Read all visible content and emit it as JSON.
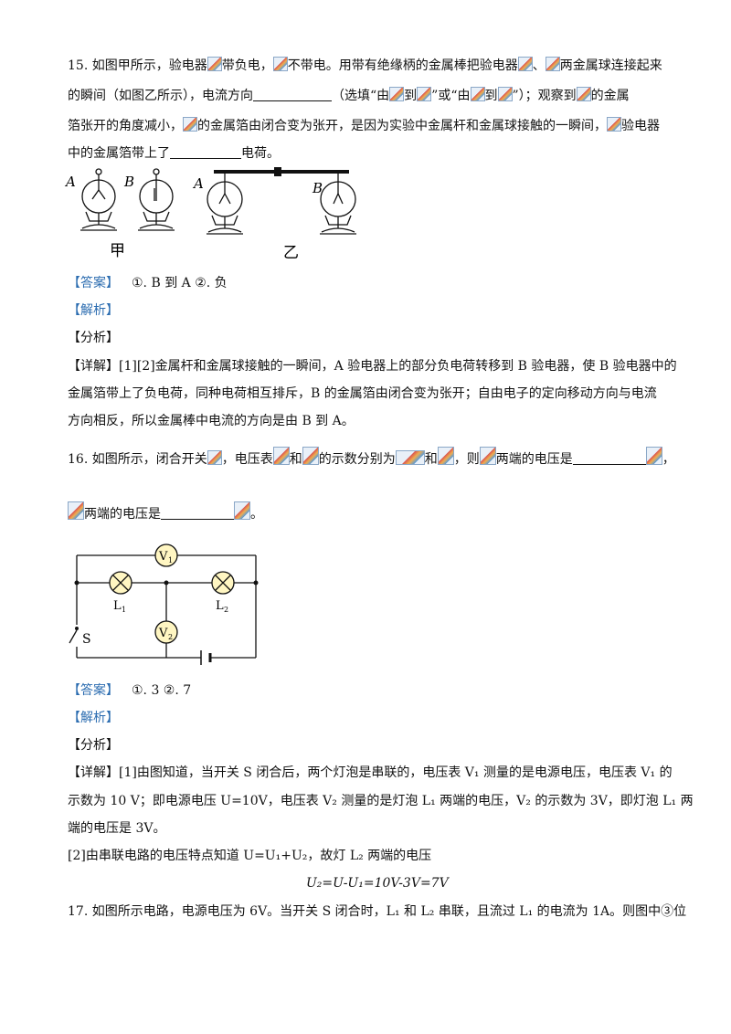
{
  "q15": {
    "l1a": "15. 如图甲所示，验电器",
    "l1b": "带负电，",
    "l1c": "不带电。用带有绝缘柄的金属棒把验电器",
    "l1d": "、",
    "l1e": "两金属球连接起来",
    "l2a": "的瞬间（如图乙所示），电流方向",
    "l2b": "（选填“由",
    "l2c": "到",
    "l2d": "”或“由",
    "l2e": "到",
    "l2f": "”）；观察到",
    "l2g": "的金属",
    "l3a": "箔张开的角度减小，",
    "l3b": "的金属箔由闭合变为张开，是因为实验中金属杆和金属球接触的一瞬间，",
    "l3c": "验电器",
    "l4a": "中的金属箔带上了",
    "l4b": "电荷。",
    "fig": {
      "jia": "甲",
      "yi": "乙",
      "a": "A",
      "b": "B"
    },
    "answer_tag": "【答案】",
    "answer": "①. B 到 A   ②. 负",
    "jiexi": "【解析】",
    "fenxi": "【分析】",
    "xiangjie_tag": "【详解】",
    "d1": "[1][2]金属杆和金属球接触的一瞬间，A 验电器上的部分负电荷转移到 B 验电器，使 B 验电器中的",
    "d2": "金属箔带上了负电荷，同种电荷相互排斥，B 的金属箔由闭合变为张开；自由电子的定向移动方向与电流",
    "d3": "方向相反，所以金属棒中电流的方向是由 B 到 A。"
  },
  "q16": {
    "l1a": "16. 如图所示，闭合开关",
    "l1b": "，电压表",
    "l1c": "和",
    "l1d": "的示数分别为",
    "l1e": "和",
    "l1f": "，则",
    "l1g": "两端的电压是",
    "l1h": "，",
    "l2a": "两端的电压是",
    "l2b": "。",
    "fig": {
      "v1": "V",
      "v1sub": "1",
      "v2": "V",
      "v2sub": "2",
      "l1": "L",
      "l1sub": "1",
      "l2": "L",
      "l2sub": "2",
      "s": "S"
    },
    "answer_tag": "【答案】",
    "answer": "①. 3   ②. 7",
    "jiexi": "【解析】",
    "fenxi": "【分析】",
    "xiangjie_tag": "【详解】",
    "d1": "[1]由图知道，当开关 S 闭合后，两个灯泡是串联的，电压表 V₁ 测量的是电源电压，电压表 V₁ 的",
    "d2": "示数为 10 V；即电源电压 U=10V，电压表 V₂ 测量的是灯泡 L₁ 两端的电压，V₂ 的示数为 3V，即灯泡 L₁ 两",
    "d3": "端的电压是 3V。",
    "d4": "[2]由串联电路的电压特点知道 U=U₁+U₂，故灯 L₂ 两端的电压",
    "formula": "U₂=U-U₁=10V-3V=7V"
  },
  "q17": {
    "l1": "17. 如图所示电路，电源电压为 6V。当开关 S 闭合时，L₁ 和 L₂ 串联，且流过 L₁ 的电流为 1A。则图中③位"
  }
}
